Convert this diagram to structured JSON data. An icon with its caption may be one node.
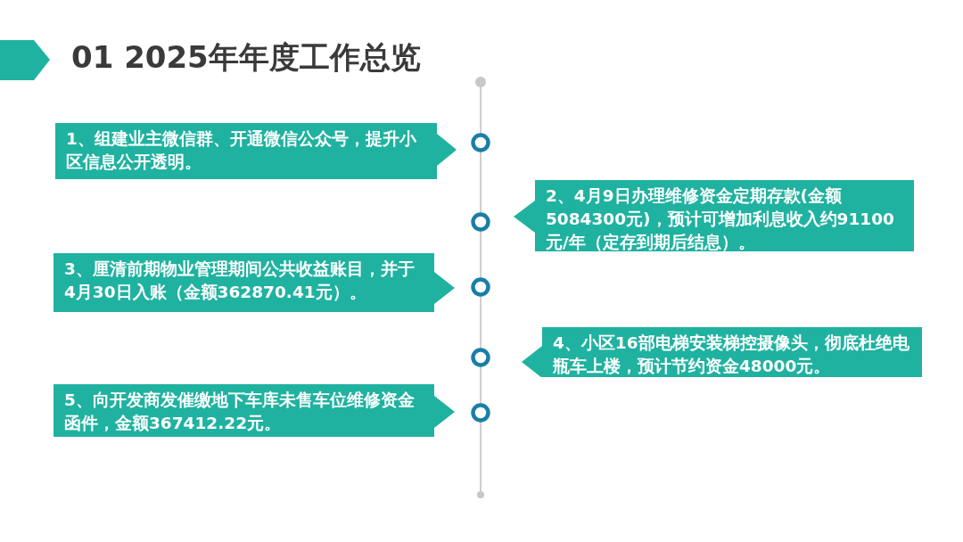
{
  "diagram": {
    "title": "01 2025年年度工作总览",
    "nodes": [
      {
        "text": [
          "1、组建业主微信群、开通微信公众号，提升小区信息公开透明。"
        ]
      },
      {
        "text": [
          "2、4月9日办理维修资金定期存款(金额5084300元)，预计可增加利息收入约91100元/年（定存到期后结息）。"
        ]
      },
      {
        "text": [
          "3、厘清前期物业管理期间公共收益账目，并于4月30日入账（金额362870.41元）。"
        ]
      },
      {
        "text": [
          "4、小区16部电梯安装梯控摄像头，彻底杜绝电瓶车上楼，预计节约资金48000元。"
        ]
      },
      {
        "text": [
          "5、向开发商发催缴地下车库未售车位维修资金函件，金额367412.22元。"
        ]
      }
    ]
  }
}
